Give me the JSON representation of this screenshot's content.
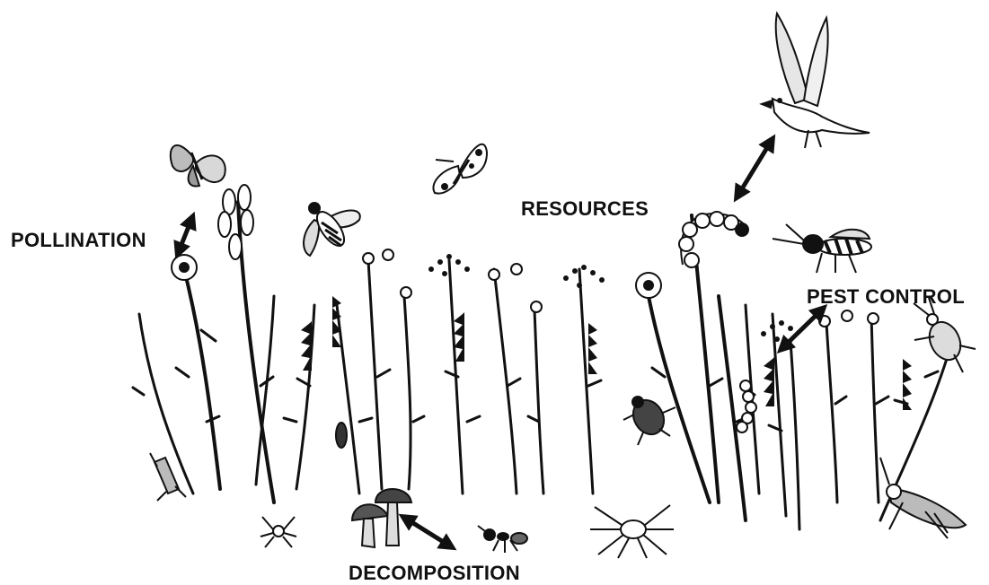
{
  "labels": {
    "pollination": "POLLINATION",
    "resources": "RESOURCES",
    "pest_control": "PEST CONTROL",
    "decomposition": "DECOMPOSITION"
  },
  "colors": {
    "ink": "#111111",
    "background": "#ffffff",
    "wing_gray": "#9a9a9a",
    "wing_light": "#d8d8d8"
  },
  "illustrations": [
    "wildflower-meadow",
    "butterfly-left",
    "butterfly-center",
    "hoverfly",
    "bird-in-flight",
    "caterpillar-upper",
    "wasp",
    "beetle-center",
    "caterpillar-lower",
    "shield-bug-right",
    "grasshopper-left",
    "grasshopper-right",
    "spider-small",
    "spider-large",
    "ant",
    "beetle-small",
    "mushrooms"
  ],
  "arrows": [
    "pollination-arrow",
    "resources-arrow",
    "pest-control-arrow",
    "decomposition-arrow"
  ]
}
